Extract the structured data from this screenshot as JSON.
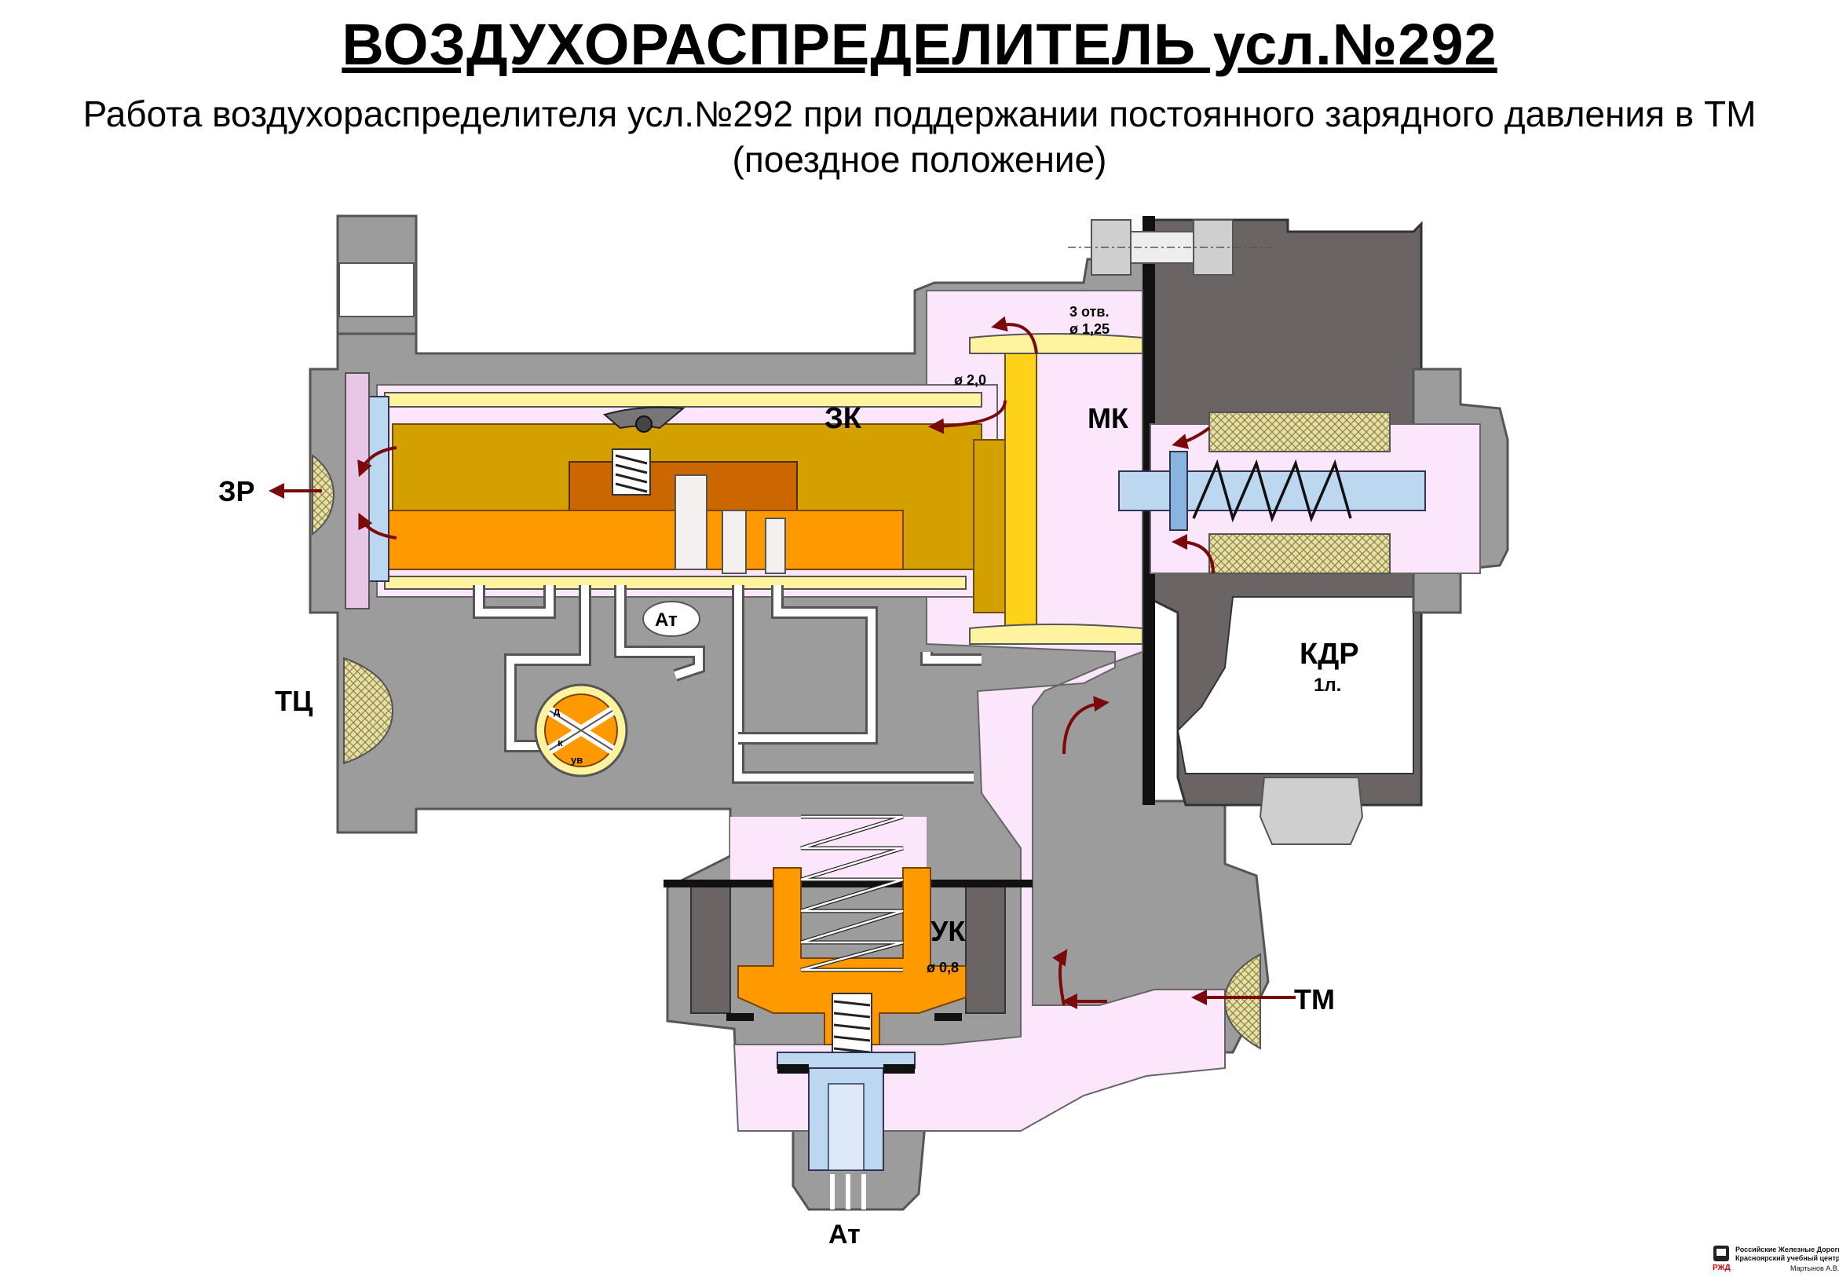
{
  "title": "ВОЗДУХОРАСПРЕДЕЛИТЕЛЬ  усл.№292",
  "subtitle_line1": "Работа воздухораспределителя усл.№292 при поддержании постоянного зарядного давления в ТМ",
  "subtitle_line2": "(поездное положение)",
  "labels": {
    "zr": "ЗР",
    "tc": "ТЦ",
    "zk": "ЗК",
    "mk": "МК",
    "kdr": "КДР",
    "kdr_vol": "1л.",
    "uk": "УК",
    "tm": "ТМ",
    "at_top": "Ат",
    "at_bottom": "Ат",
    "holes3": "3 отв.",
    "hole_d125": "ø 1,25",
    "hole_d20": "ø 2,0",
    "hole_d08": "ø 0,8",
    "valve_d": "д",
    "valve_k": "к",
    "valve_uv": "ув"
  },
  "footer": {
    "org_line1": "Российские Железные Дороги",
    "org_line2": "Красноярский учебный центр",
    "author": "Мартынов А.В."
  },
  "colors": {
    "body": "#999999",
    "dark_body": "#6b6464",
    "air": "#fbe6fb",
    "piston": "#d4a000",
    "slide": "#cc6600",
    "valve": "#ff9900",
    "blue_part": "#bcd8f0",
    "pale_yellow": "#fff3a0",
    "arrow": "#7a0a0a"
  }
}
